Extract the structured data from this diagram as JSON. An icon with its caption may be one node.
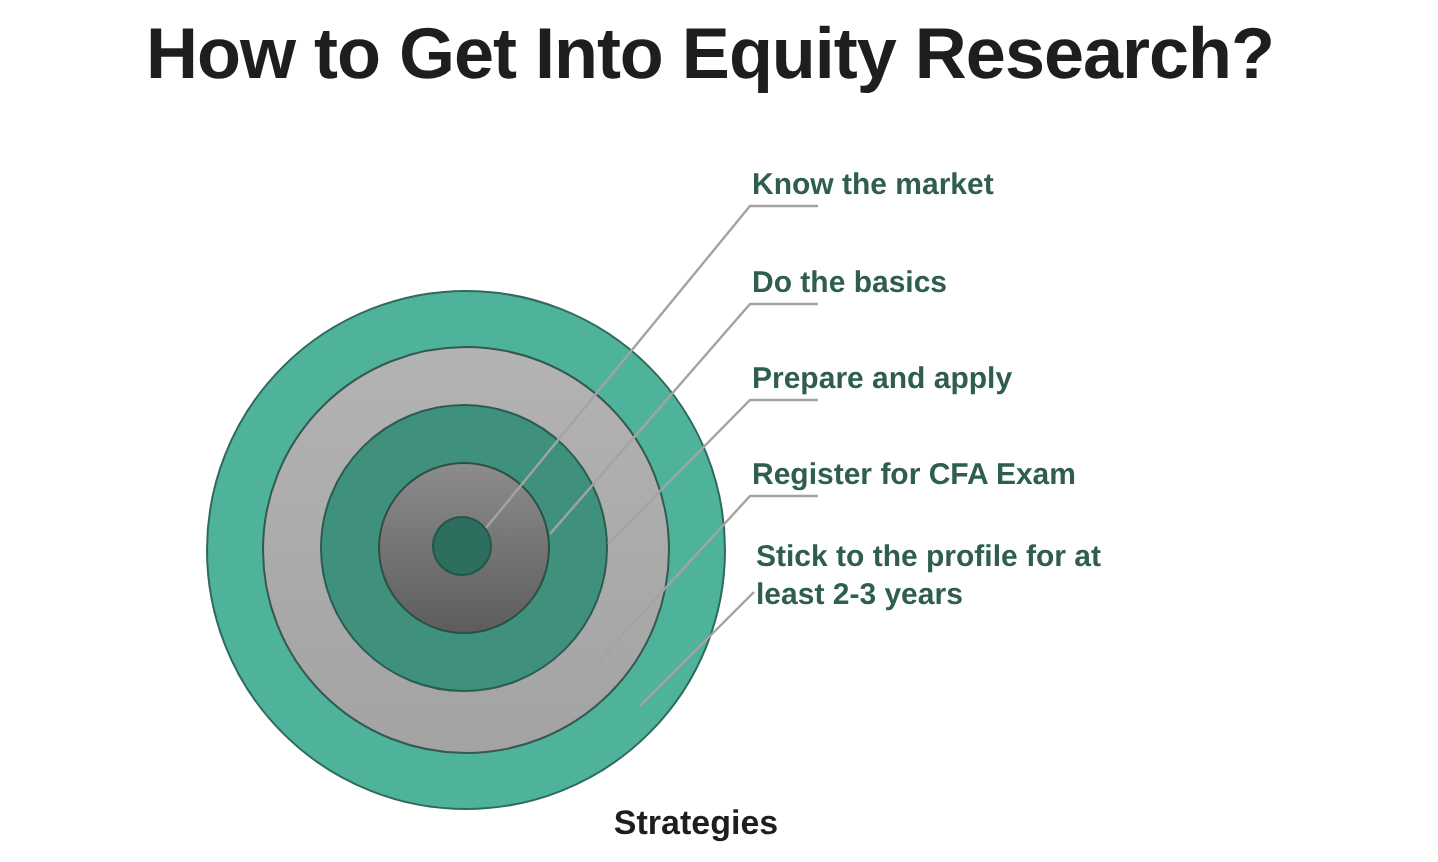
{
  "diagram": {
    "title": "How to Get Into Equity Research?",
    "caption": "Strategies",
    "nodes": [
      {
        "text": [],
        "shape": "circle"
      },
      {
        "text": [],
        "shape": "circle",
        "in": 0
      },
      {
        "text": [],
        "shape": "circle",
        "in": 1
      },
      {
        "text": [],
        "shape": "circle",
        "in": 2
      },
      {
        "text": [],
        "shape": "circle",
        "in": 3
      },
      {
        "text": [
          "Know the market"
        ]
      },
      {
        "text": [
          "Do the basics"
        ]
      },
      {
        "text": [
          "Prepare and apply"
        ]
      },
      {
        "text": [
          "Register for CFA Exam"
        ]
      },
      {
        "text": [
          "Stick to the profile for at least 2-3 years"
        ]
      }
    ],
    "edges": [
      {
        "from": 5,
        "to": 4,
        "arrow": "none"
      },
      {
        "from": 6,
        "to": 3,
        "arrow": "none"
      },
      {
        "from": 7,
        "to": 2,
        "arrow": "none"
      },
      {
        "from": 8,
        "to": 1,
        "arrow": "none"
      },
      {
        "from": 9,
        "to": 0,
        "arrow": "none"
      }
    ]
  }
}
